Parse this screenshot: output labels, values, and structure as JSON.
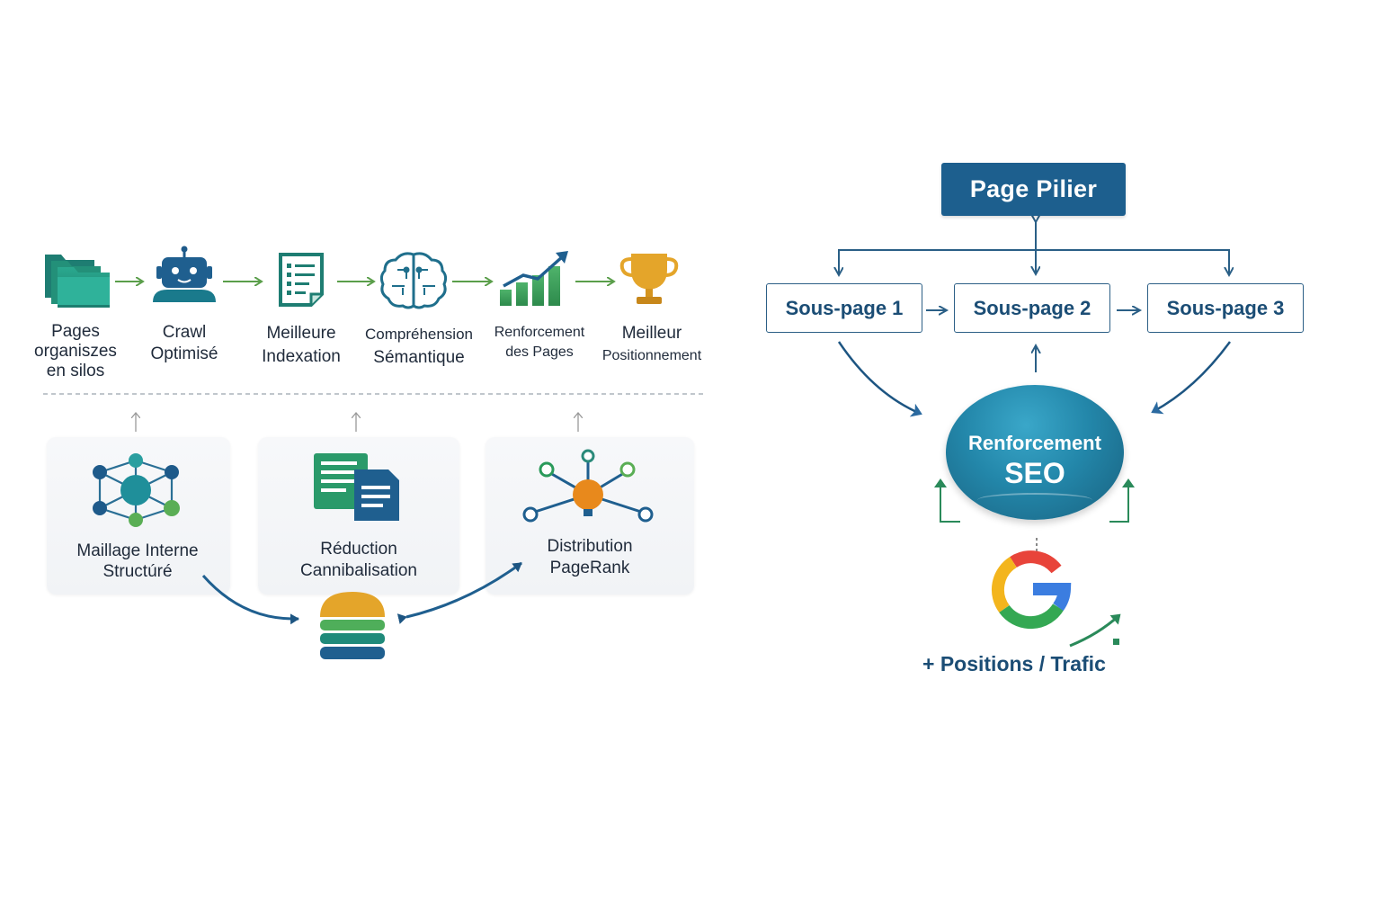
{
  "left_flow": {
    "steps": [
      {
        "lines": [
          "Pages",
          "organiszes",
          "en silos"
        ],
        "icon": "folders-icon"
      },
      {
        "lines": [
          "Crawl",
          "Optimisé"
        ],
        "icon": "robot-icon"
      },
      {
        "lines": [
          "Meilleure",
          "Indexation"
        ],
        "icon": "document-list-icon"
      },
      {
        "lines": [
          "Compréhension",
          "Sémantique"
        ],
        "icon": "brain-icon"
      },
      {
        "lines": [
          "Renforcement",
          "des Pages"
        ],
        "icon": "growth-chart-icon"
      },
      {
        "lines": [
          "Meilleur",
          "Positionnement"
        ],
        "icon": "trophy-icon"
      }
    ],
    "cards": [
      {
        "lines": [
          "Maillage Interne",
          "Structúré"
        ],
        "icon": "network-icon"
      },
      {
        "lines": [
          "Réduction",
          "Cannibalisation"
        ],
        "icon": "documents-icon"
      },
      {
        "lines": [
          "Distribution",
          "PageRank"
        ],
        "icon": "distribution-icon"
      }
    ],
    "center_icon": "database-icon"
  },
  "right_diagram": {
    "pillar": "Page Pilier",
    "subpages": [
      "Sous-page 1",
      "Sous-page 2",
      "Sous-page 3"
    ],
    "seo_line1": "Renforcement",
    "seo_line2": "SEO",
    "search_engine_icon": "google-logo",
    "result": "+ Positions / Trafic"
  },
  "colors": {
    "navy": "#1d5f8e",
    "teal": "#1f8a8a",
    "green": "#4a9b4a",
    "orange": "#e8891c",
    "gold": "#e4a52a",
    "arrow_green": "#5a9e4a"
  }
}
